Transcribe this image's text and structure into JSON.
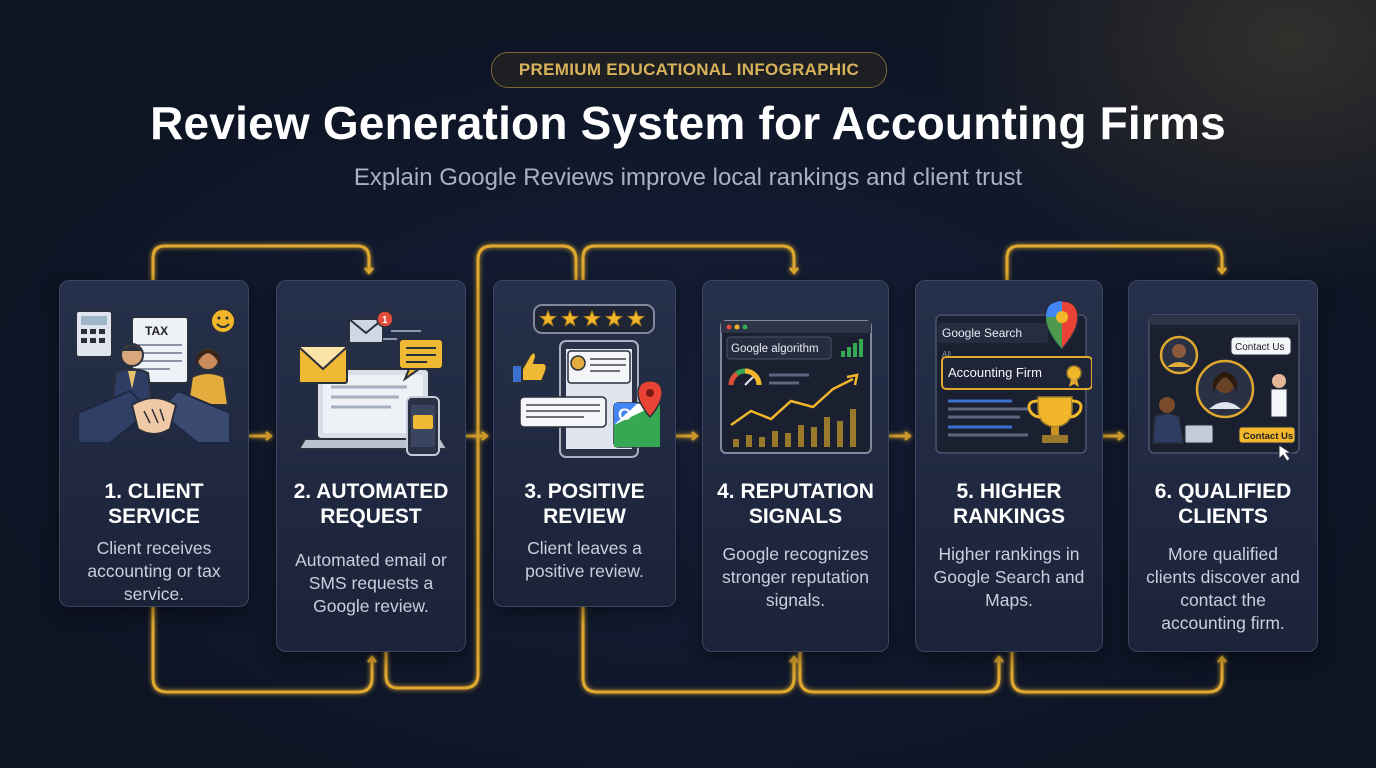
{
  "badge": "PREMIUM EDUCATIONAL INFOGRAPHIC",
  "title": "Review Generation System for Accounting Firms",
  "subtitle": "Explain Google Reviews improve local rankings and client trust",
  "colors": {
    "accent": "#e0a82e",
    "background": "#101728",
    "card": "#222b43"
  },
  "steps": [
    {
      "title": "1. CLIENT SERVICE",
      "desc": "Client receives accounting or tax service.",
      "icon": "handshake-icon",
      "tax_label": "TAX"
    },
    {
      "title": "2. AUTOMATED REQUEST",
      "desc": "Automated email or SMS requests a Google review.",
      "icon": "email-sms-icon",
      "notif_count": "1"
    },
    {
      "title": "3. POSITIVE REVIEW",
      "desc": "Client leaves a positive review.",
      "icon": "five-star-review-icon",
      "stars": 5
    },
    {
      "title": "4. REPUTATION SIGNALS",
      "desc": "Google recognizes stronger reputation signals.",
      "icon": "analytics-chart-icon",
      "window_label": "Google algorithm"
    },
    {
      "title": "5. HIGHER RANKINGS",
      "desc": "Higher rankings in Google Search and Maps.",
      "icon": "search-trophy-icon",
      "search_label": "Google Search",
      "result_label": "Accounting Firm"
    },
    {
      "title": "6. QUALIFIED CLIENTS",
      "desc": "More qualified clients discover and contact the accounting firm.",
      "icon": "contact-us-icon",
      "contact_label_1": "Contact Us",
      "contact_label_2": "Contact Us"
    }
  ]
}
